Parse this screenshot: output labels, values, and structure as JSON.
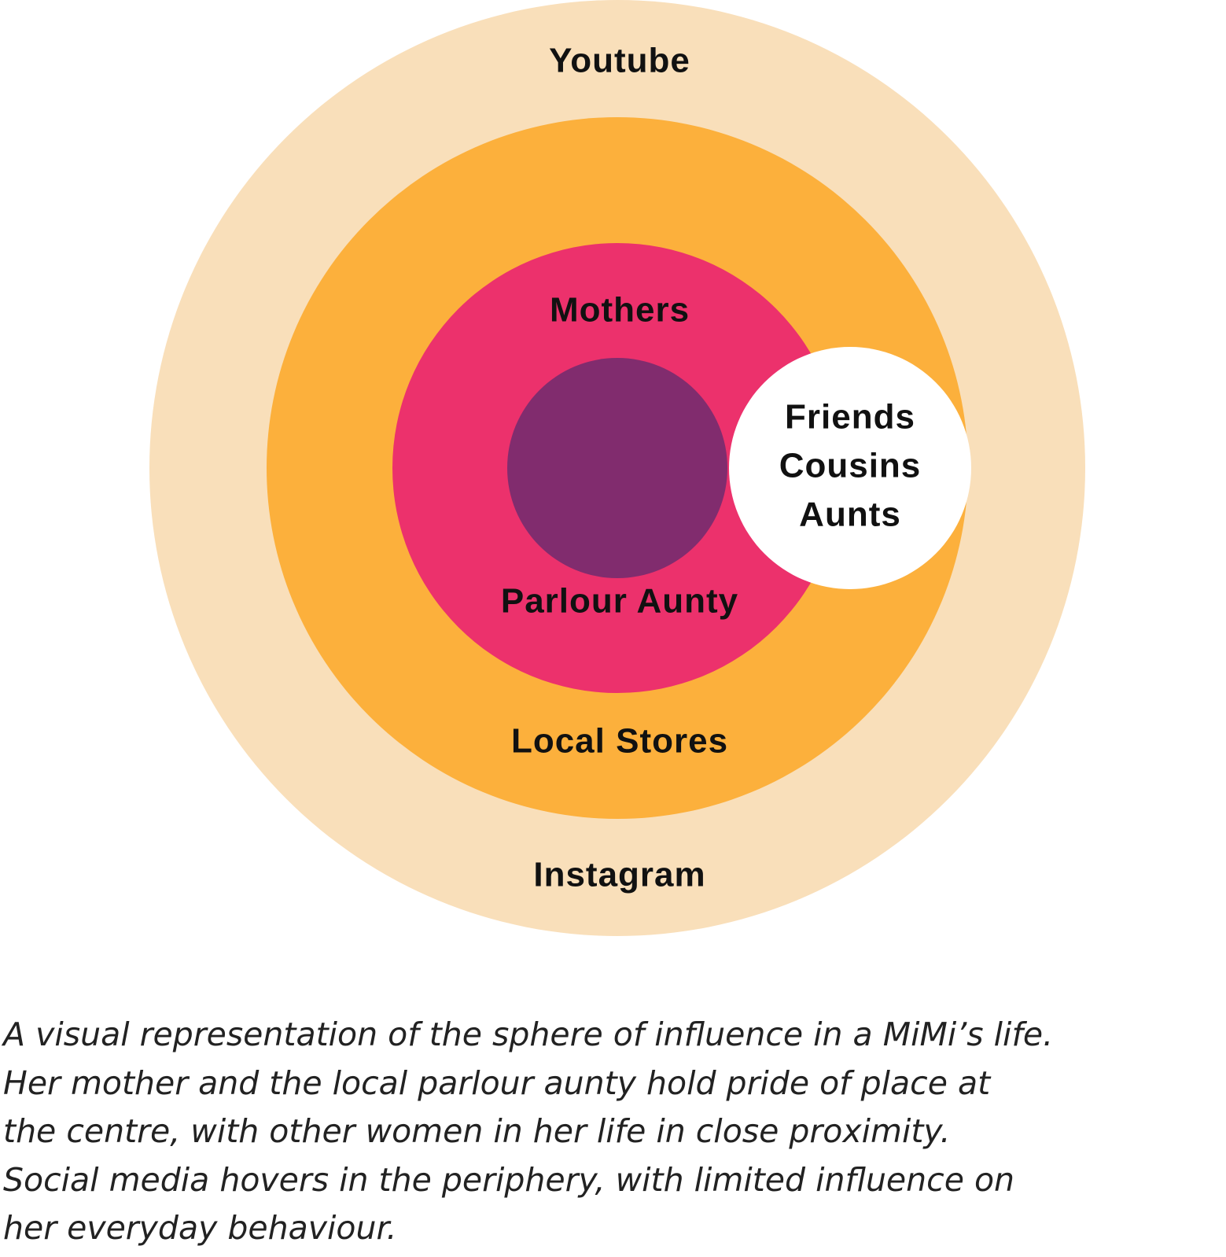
{
  "colors": {
    "outer_ring": "#F9DFBA",
    "middle_ring": "#FCB03C",
    "inner_ring": "#EC316C",
    "core": "#812C6E",
    "overlap_circle": "#FFFFFF",
    "label_text": "#111111",
    "caption_text": "#222222"
  },
  "diagram": {
    "outer_ring": {
      "top_label": "Youtube",
      "bottom_label": "Instagram"
    },
    "middle_ring": {
      "bottom_label": "Local Stores"
    },
    "inner_ring": {
      "top_label": "Mothers",
      "bottom_label": "Parlour Aunty"
    },
    "overlap_circle": {
      "lines": [
        "Friends",
        "Cousins",
        "Aunts"
      ]
    }
  },
  "caption": {
    "lines": [
      "A visual representation of the sphere of influence in a MiMi’s life.",
      "Her mother and the local parlour aunty hold pride of place at",
      "the centre, with other women in her life in close proximity.",
      "Social media hovers in the periphery, with limited influence on",
      "her everyday behaviour."
    ]
  }
}
